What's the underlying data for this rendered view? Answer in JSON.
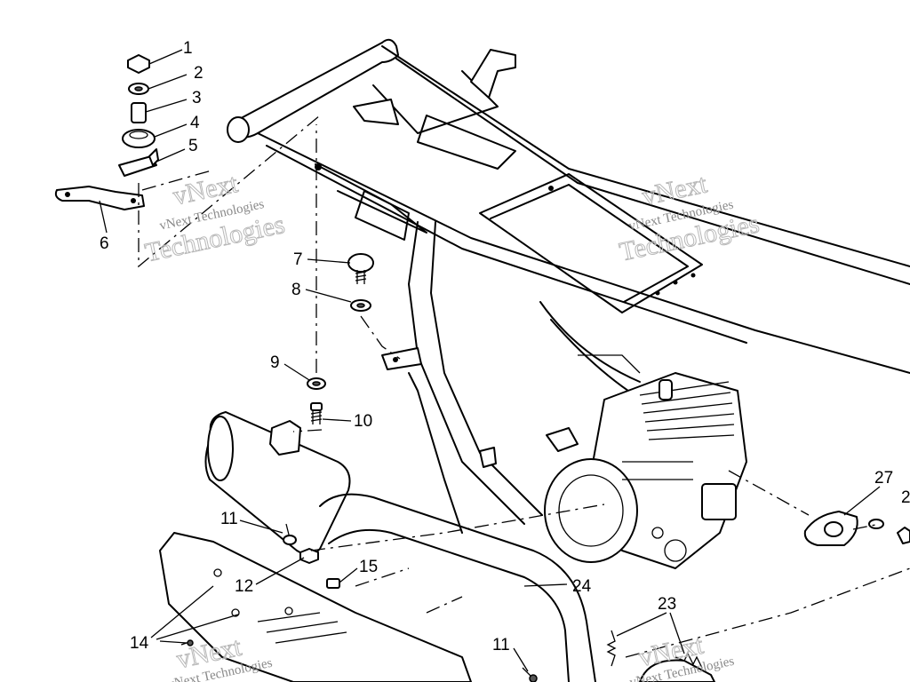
{
  "watermark": {
    "line1": "vNext",
    "line2": "vNext Technologies",
    "line3": "Technologies"
  },
  "callouts": {
    "c1": "1",
    "c2": "2",
    "c3": "3",
    "c4": "4",
    "c5": "5",
    "c6": "6",
    "c7": "7",
    "c8": "8",
    "c9": "9",
    "c10": "10",
    "c11a": "11",
    "c12": "12",
    "c14": "14",
    "c15": "15",
    "c11b": "11",
    "c23": "23",
    "c24": "24",
    "c27": "27",
    "c28": "2"
  }
}
